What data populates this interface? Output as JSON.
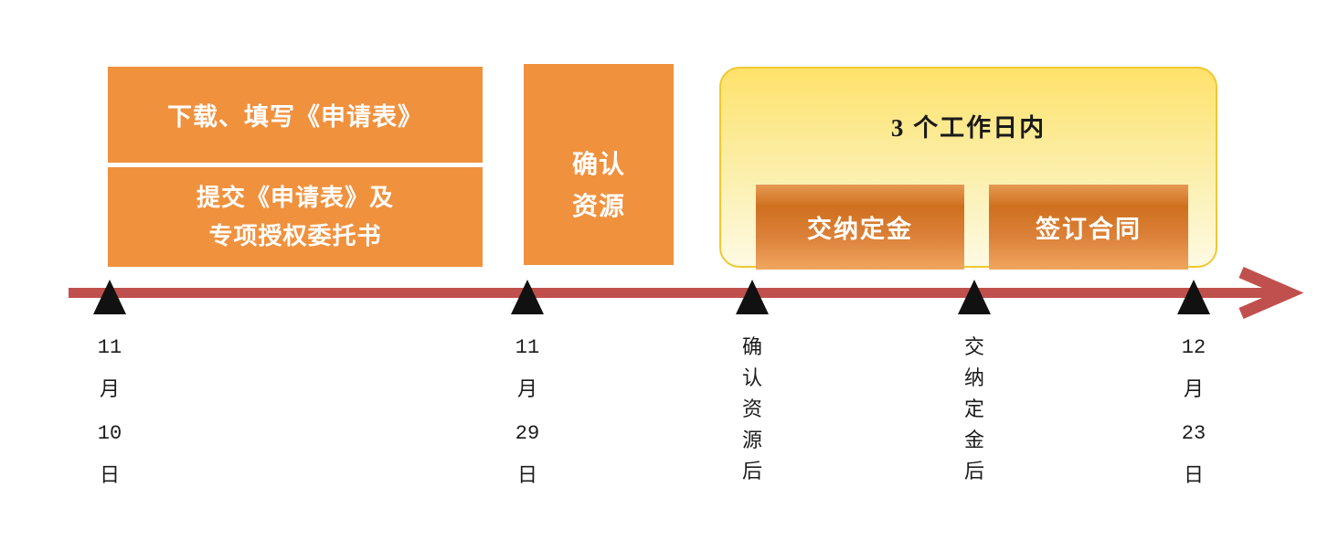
{
  "steps": {
    "download_fill": "下载、填写《申请表》",
    "submit_line1": "提交《申请表》及",
    "submit_line2": "专项授权委托书",
    "confirm_line1": "确认",
    "confirm_line2": "资源"
  },
  "callout": {
    "title": "3 个工作日内",
    "deposit_label": "交纳定金",
    "contract_label": "签订合同"
  },
  "timeline": {
    "markers": [
      {
        "id": "nov-10",
        "chars": [
          "11",
          "月",
          "10",
          "日"
        ]
      },
      {
        "id": "nov-29",
        "chars": [
          "11",
          "月",
          "29",
          "日"
        ]
      },
      {
        "id": "after-confirm-resources",
        "chars": [
          "确",
          "认",
          "资",
          "源",
          "后"
        ]
      },
      {
        "id": "after-pay-deposit",
        "chars": [
          "交",
          "纳",
          "定",
          "金",
          "后"
        ]
      },
      {
        "id": "dec-23",
        "chars": [
          "12",
          "月",
          "23",
          "日"
        ]
      }
    ]
  },
  "colors": {
    "step_box_orange": "#F0913E",
    "arrow_red": "#C0504D",
    "callout_border_gold": "#EFC832",
    "callout_fill_top": "#FFE26B",
    "callout_fill_bottom": "#FEFAE3",
    "inner_box_gradient_top": "#E79A55",
    "inner_box_gradient_dark": "#CF701E",
    "inner_box_gradient_bottom": "#F0A65F",
    "marker_black": "#111111",
    "box_text_white": "#FFFFFF",
    "label_text": "#1B1B1B"
  }
}
